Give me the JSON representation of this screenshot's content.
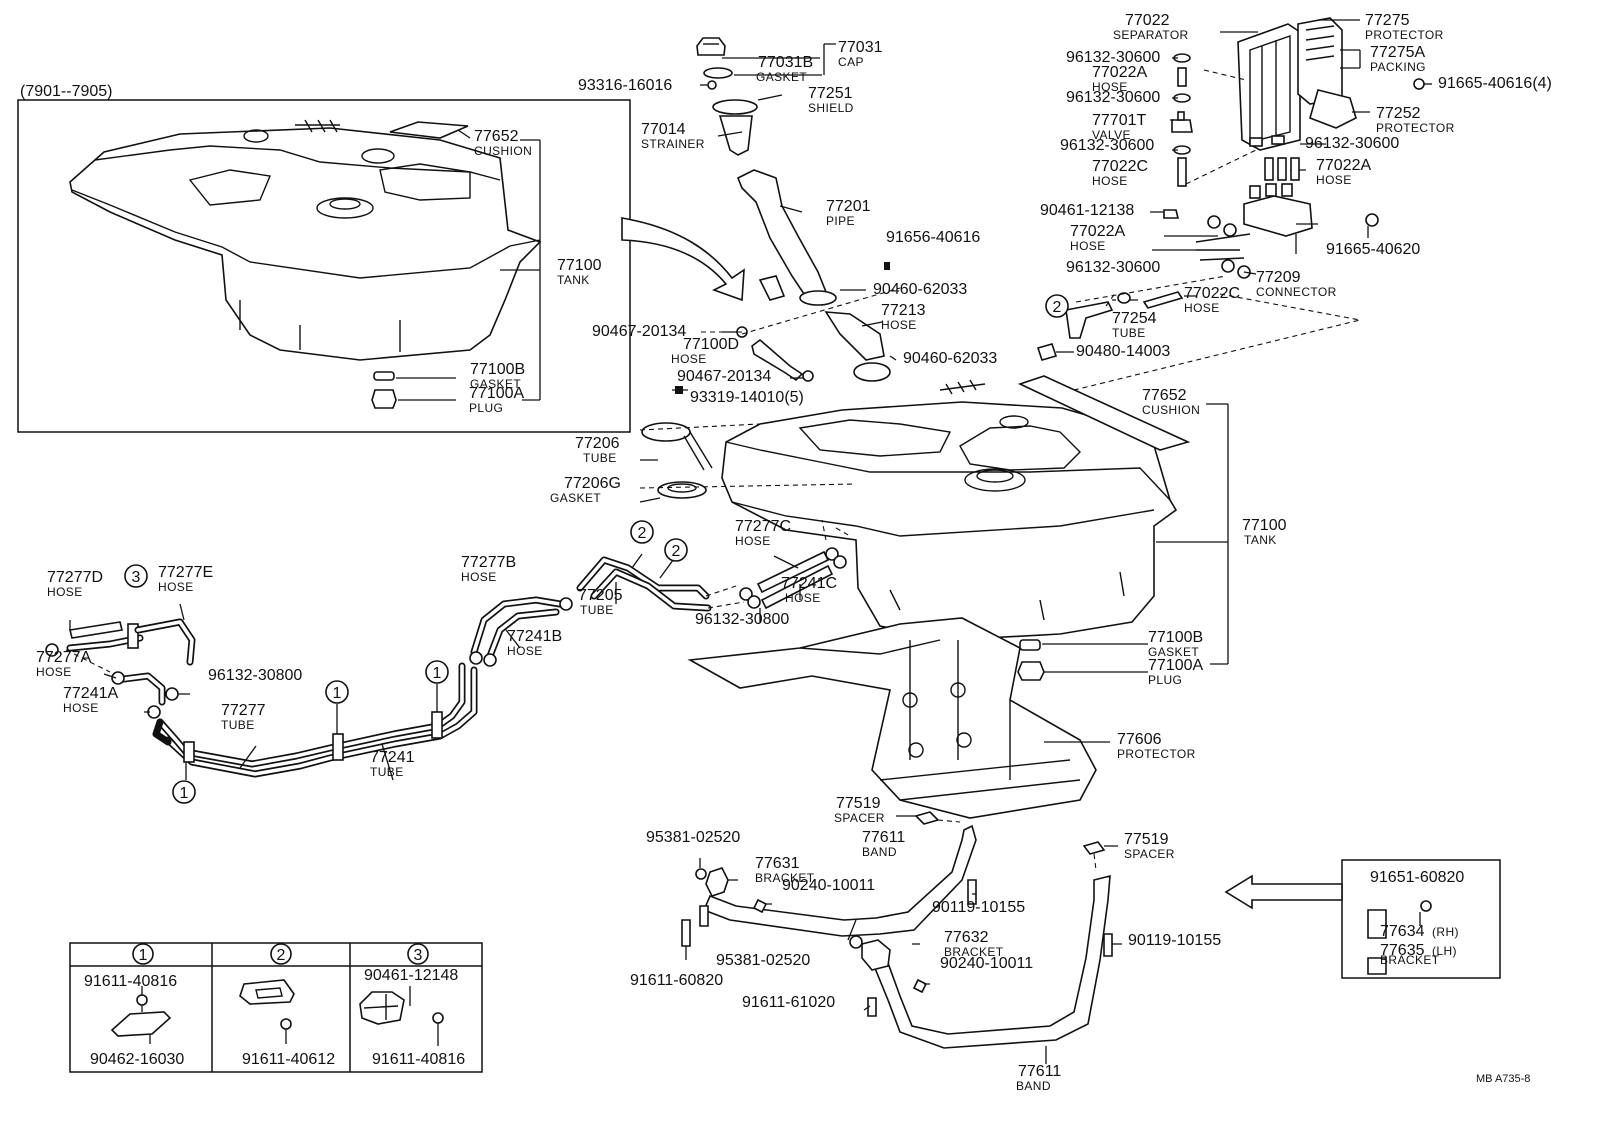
{
  "diagram": {
    "inset_title": "(7901--7905)",
    "footer_code": "MB A735-8",
    "circle_markers": [
      "1",
      "2",
      "3"
    ],
    "parts": [
      {
        "id": "p77031",
        "no": "77031",
        "name": "CAP"
      },
      {
        "id": "p77031b",
        "no": "77031B",
        "name": "GASKET"
      },
      {
        "id": "p93316",
        "no": "93316-16016",
        "name": ""
      },
      {
        "id": "p77251",
        "no": "77251",
        "name": "SHIELD"
      },
      {
        "id": "p77014",
        "no": "77014",
        "name": "STRAINER"
      },
      {
        "id": "p77201",
        "no": "77201",
        "name": "PIPE"
      },
      {
        "id": "p91656",
        "no": "91656-40616",
        "name": ""
      },
      {
        "id": "p90460a",
        "no": "90460-62033",
        "name": ""
      },
      {
        "id": "p77213",
        "no": "77213",
        "name": "HOSE"
      },
      {
        "id": "p90467a",
        "no": "90467-20134",
        "name": ""
      },
      {
        "id": "p77100d",
        "no": "77100D",
        "name": "HOSE"
      },
      {
        "id": "p90460b",
        "no": "90460-62033",
        "name": ""
      },
      {
        "id": "p90467b",
        "no": "90467-20134",
        "name": ""
      },
      {
        "id": "p93319",
        "no": "93319-14010(5)",
        "name": ""
      },
      {
        "id": "p77022",
        "no": "77022",
        "name": "SEPARATOR"
      },
      {
        "id": "p77275",
        "no": "77275",
        "name": "PROTECTOR"
      },
      {
        "id": "p77275a",
        "no": "77275A",
        "name": "PACKING"
      },
      {
        "id": "p91665a",
        "no": "91665-40616(4)",
        "name": ""
      },
      {
        "id": "p96132a",
        "no": "96132-30600",
        "name": ""
      },
      {
        "id": "p77022a1",
        "no": "77022A",
        "name": "HOSE"
      },
      {
        "id": "p96132b",
        "no": "96132-30600",
        "name": ""
      },
      {
        "id": "p77701t",
        "no": "77701T",
        "name": "VALVE"
      },
      {
        "id": "p96132c",
        "no": "96132-30600",
        "name": ""
      },
      {
        "id": "p77252",
        "no": "77252",
        "name": "PROTECTOR"
      },
      {
        "id": "p96132d",
        "no": "96132-30600",
        "name": ""
      },
      {
        "id": "p77022c1",
        "no": "77022C",
        "name": "HOSE"
      },
      {
        "id": "p77022a2",
        "no": "77022A",
        "name": "HOSE"
      },
      {
        "id": "p90461a",
        "no": "90461-12138",
        "name": ""
      },
      {
        "id": "p77022a3",
        "no": "77022A",
        "name": "HOSE"
      },
      {
        "id": "p91665b",
        "no": "91665-40620",
        "name": ""
      },
      {
        "id": "p96132e",
        "no": "96132-30600",
        "name": ""
      },
      {
        "id": "p77209",
        "no": "77209",
        "name": "CONNECTOR"
      },
      {
        "id": "p77022c2",
        "no": "77022C",
        "name": "HOSE"
      },
      {
        "id": "p77254",
        "no": "77254",
        "name": "TUBE"
      },
      {
        "id": "p90480",
        "no": "90480-14003",
        "name": ""
      },
      {
        "id": "p77652i",
        "no": "77652",
        "name": "CUSHION"
      },
      {
        "id": "p77100i",
        "no": "77100",
        "name": "TANK"
      },
      {
        "id": "p77100bi",
        "no": "77100B",
        "name": "GASKET"
      },
      {
        "id": "p77100ai",
        "no": "77100A",
        "name": "PLUG"
      },
      {
        "id": "p77652",
        "no": "77652",
        "name": "CUSHION"
      },
      {
        "id": "p77206",
        "no": "77206",
        "name": "TUBE"
      },
      {
        "id": "p77206g",
        "no": "77206G",
        "name": "GASKET"
      },
      {
        "id": "p77100",
        "no": "77100",
        "name": "TANK"
      },
      {
        "id": "p77277c",
        "no": "77277C",
        "name": "HOSE"
      },
      {
        "id": "p77241c",
        "no": "77241C",
        "name": "HOSE"
      },
      {
        "id": "p96132f",
        "no": "96132-30800",
        "name": ""
      },
      {
        "id": "p77205",
        "no": "77205",
        "name": "TUBE"
      },
      {
        "id": "p77277b",
        "no": "77277B",
        "name": "HOSE"
      },
      {
        "id": "p77241b",
        "no": "77241B",
        "name": "HOSE"
      },
      {
        "id": "p77277d",
        "no": "77277D",
        "name": "HOSE"
      },
      {
        "id": "p77277e",
        "no": "77277E",
        "name": "HOSE"
      },
      {
        "id": "p77277a",
        "no": "77277A",
        "name": "HOSE"
      },
      {
        "id": "p96132g",
        "no": "96132-30800",
        "name": ""
      },
      {
        "id": "p77241a",
        "no": "77241A",
        "name": "HOSE"
      },
      {
        "id": "p77277",
        "no": "77277",
        "name": "TUBE"
      },
      {
        "id": "p77241",
        "no": "77241",
        "name": "TUBE"
      },
      {
        "id": "p77100b",
        "no": "77100B",
        "name": "GASKET"
      },
      {
        "id": "p77100a",
        "no": "77100A",
        "name": "PLUG"
      },
      {
        "id": "p77606",
        "no": "77606",
        "name": "PROTECTOR"
      },
      {
        "id": "p77519a",
        "no": "77519",
        "name": "SPACER"
      },
      {
        "id": "p77519b",
        "no": "77519",
        "name": "SPACER"
      },
      {
        "id": "p95381a",
        "no": "95381-02520",
        "name": ""
      },
      {
        "id": "p77631",
        "no": "77631",
        "name": "BRACKET"
      },
      {
        "id": "p77611a",
        "no": "77611",
        "name": "BAND"
      },
      {
        "id": "p90240a",
        "no": "90240-10011",
        "name": ""
      },
      {
        "id": "p90119a",
        "no": "90119-10155",
        "name": ""
      },
      {
        "id": "p77632",
        "no": "77632",
        "name": "BRACKET"
      },
      {
        "id": "p90119b",
        "no": "90119-10155",
        "name": ""
      },
      {
        "id": "p95381b",
        "no": "95381-02520",
        "name": ""
      },
      {
        "id": "p90240b",
        "no": "90240-10011",
        "name": ""
      },
      {
        "id": "p91611a",
        "no": "91611-60820",
        "name": ""
      },
      {
        "id": "p91611b",
        "no": "91611-61020",
        "name": ""
      },
      {
        "id": "p77611b",
        "no": "77611",
        "name": "BAND"
      },
      {
        "id": "p91651",
        "no": "91651-60820",
        "name": ""
      },
      {
        "id": "p77634",
        "no": "77634",
        "name": "(RH)"
      },
      {
        "id": "p77635",
        "no": "77635",
        "name": "(LH)"
      },
      {
        "id": "p77635b",
        "no": "",
        "name": "BRACKET"
      },
      {
        "id": "k1a",
        "no": "91611-40816",
        "name": ""
      },
      {
        "id": "k1b",
        "no": "90462-16030",
        "name": ""
      },
      {
        "id": "k2a",
        "no": "91611-40612",
        "name": ""
      },
      {
        "id": "k3a",
        "no": "90461-12148",
        "name": ""
      },
      {
        "id": "k3b",
        "no": "91611-40816",
        "name": ""
      }
    ]
  }
}
